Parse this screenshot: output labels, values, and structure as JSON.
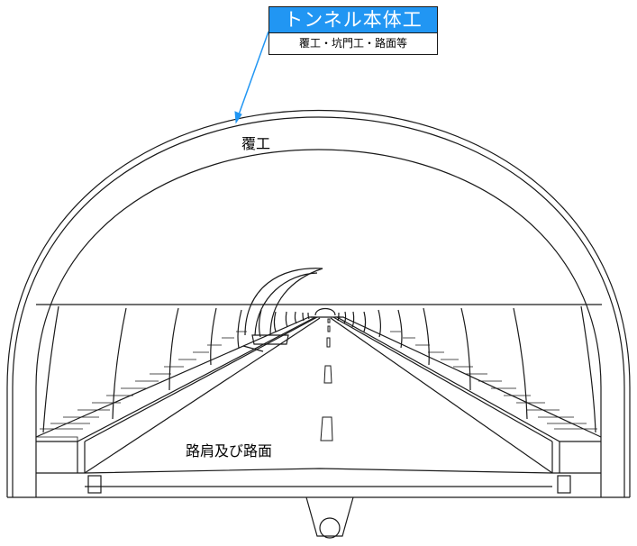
{
  "callout": {
    "title": "トンネル本体工",
    "subtitle": "覆工・坑門工・路面等"
  },
  "labels": {
    "lining": "覆工",
    "road": "路肩及び路面"
  },
  "colors": {
    "title_bg": "#2196f3",
    "arrow": "#2196f3",
    "line": "#1a1a1a"
  }
}
